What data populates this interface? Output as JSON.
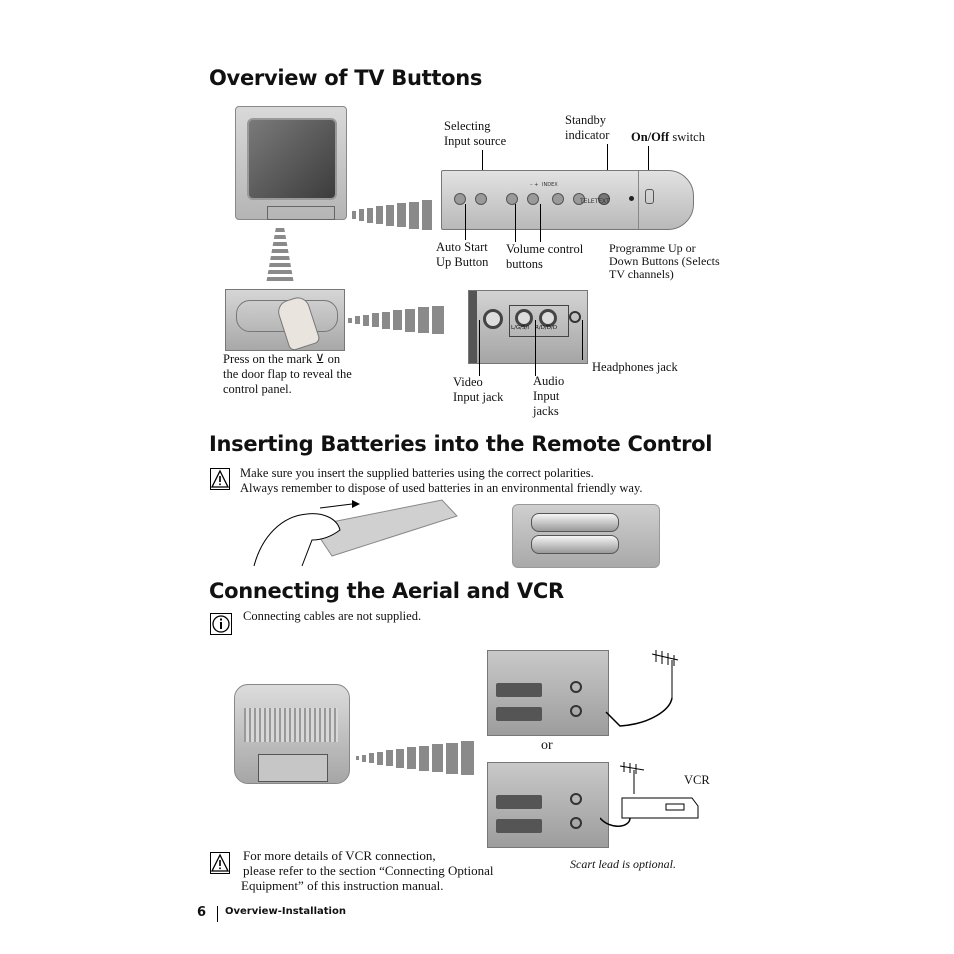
{
  "sections": {
    "overview_title": "Overview of TV Buttons",
    "batteries_title": "Inserting Batteries into the Remote Control",
    "aerial_title": "Connecting the Aerial and VCR"
  },
  "tv_panel": {
    "selecting": "Selecting",
    "input_source": "Input source",
    "standby": "Standby",
    "indicator": "indicator",
    "on_off_bold": "On/Off",
    "switch": "switch",
    "auto_start": "Auto Start",
    "up_button": "Up Button",
    "volume_control": "Volume control",
    "buttons": "buttons",
    "programme_1": "Programme Up or",
    "programme_2": "Down Buttons (Selects",
    "programme_3": "TV channels)",
    "panel_text": "TELETEXT",
    "panel_index": "INDEX",
    "panel_plus_minus": "– +",
    "press_1": "Press on the mark",
    "press_on": "on",
    "press_2": "the door flap to reveal the",
    "press_3": "control panel.",
    "headphones": "Headphones jack",
    "video_1": "Video",
    "video_2": "Input jack",
    "audio_1": "Audio",
    "audio_2": "Input",
    "audio_3": "jacks",
    "jack_labels": [
      "L/G/S/I",
      "R/D/D/D"
    ]
  },
  "batteries": {
    "line1": "Make sure you insert the supplied batteries using the correct polarities.",
    "line2": "Always remember to dispose of used batteries in an environmental friendly way."
  },
  "aerial": {
    "note": "Connecting cables are not supplied.",
    "or": "or",
    "vcr": "VCR",
    "scart_optional": "Scart lead is optional.",
    "vcr_note_1": "For more details of VCR connection,",
    "vcr_note_2": "please refer to the section “Connecting Optional",
    "vcr_note_3": "Equipment” of this instruction manual."
  },
  "footer": {
    "page_number": "6",
    "section": "Overview-Installation"
  }
}
